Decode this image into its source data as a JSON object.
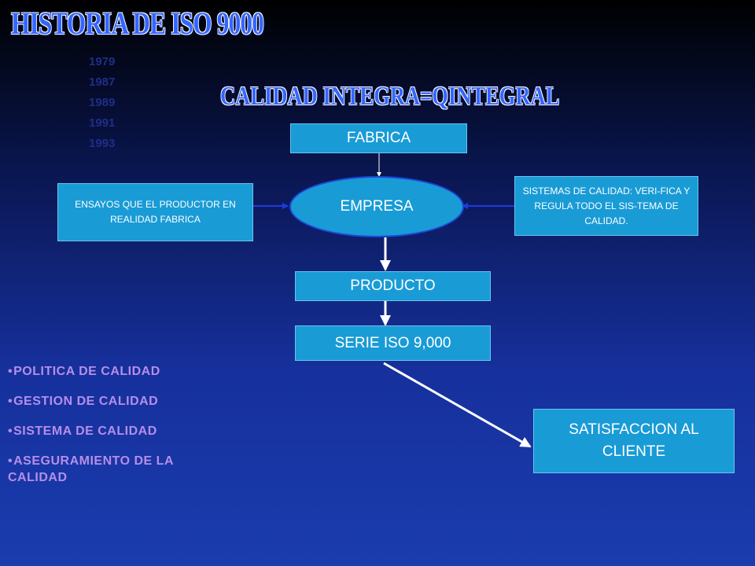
{
  "title": "HISTORIA DE ISO 9000",
  "years": [
    "1979",
    "1987",
    "1989",
    "1991",
    "1993"
  ],
  "subtitle": "CALIDAD INTEGRA=QINTEGRAL",
  "boxes": {
    "fabrica": "FABRICA",
    "empresa": "EMPRESA",
    "ensayos": "ENSAYOS QUE EL PRODUCTOR EN REALIDAD FABRICA",
    "sistemas": "SISTEMAS DE CALIDAD: VERI-FICA Y REGULA TODO EL SIS-TEMA DE CALIDAD.",
    "producto": "PRODUCTO",
    "serie": "SERIE ISO 9,000",
    "satisfaccion": "SATISFACCION AL CLIENTE"
  },
  "bullets": [
    "POLITICA DE CALIDAD",
    "GESTION DE CALIDAD",
    "SISTEMA DE CALIDAD",
    "ASEGURAMIENTO DE LA CALIDAD"
  ],
  "colors": {
    "box_fill": "#199bd6",
    "ellipse_border": "#1c47d8",
    "arrow_blue": "#1c3ae0",
    "arrow_white": "#ffffff",
    "bullet_text": "#b58ee8"
  }
}
